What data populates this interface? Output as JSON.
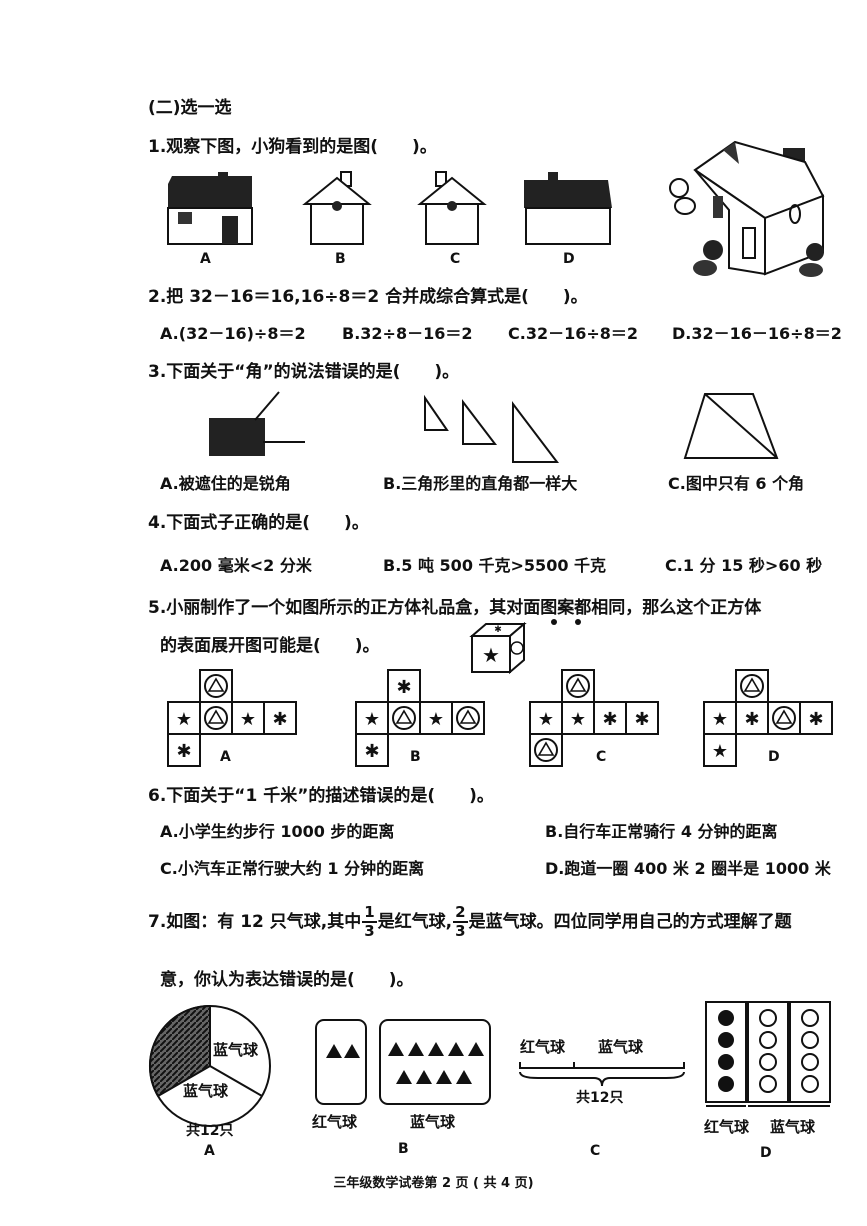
{
  "section_title": "(二)选一选",
  "q1": {
    "text": "1.观察下图，小狗看到的是图(　　)。",
    "options": [
      "A",
      "B",
      "C",
      "D"
    ]
  },
  "q2": {
    "text": "2.把 32－16＝16,16÷8＝2 合并成综合算式是(　　)。",
    "options": [
      "A.(32－16)÷8＝2",
      "B.32÷8－16＝2",
      "C.32－16÷8＝2",
      "D.32－16－16÷8＝2"
    ]
  },
  "q3": {
    "text": "3.下面关于“角”的说法错误的是(　　)。",
    "options": [
      "A.被遮住的是锐角",
      "B.三角形里的直角都一样大",
      "C.图中只有 6 个角"
    ]
  },
  "q4": {
    "text": "4.下面式子正确的是(　　)。",
    "options": [
      "A.200 毫米<2 分米",
      "B.5 吨 500 千克>5500 千克",
      "C.1 分 15 秒>60 秒"
    ]
  },
  "q5": {
    "line1": "5.小丽制作了一个如图所示的正方体礼品盒，其对面图案都相同，那么这个正方体",
    "line2": "的表面展开图可能是(　　)。",
    "options": [
      "A",
      "B",
      "C",
      "D"
    ]
  },
  "q6": {
    "text": "6.下面关于“1 千米”的描述错误的是(　　)。",
    "options": [
      "A.小学生约步行 1000 步的距离",
      "B.自行车正常骑行 4 分钟的距离",
      "C.小汽车正常行驶大约 1 分钟的距离",
      "D.跑道一圈 400 米 2 圈半是 1000 米"
    ]
  },
  "q7": {
    "part1": "7.如图：有 12 只气球,其中",
    "frac1": {
      "n": "1",
      "d": "3"
    },
    "part2": "是红气球,",
    "frac2": {
      "n": "2",
      "d": "3"
    },
    "part3": "是蓝气球。四位同学用自己的方式理解了题",
    "line2": "意，你认为表达错误的是(　　)。",
    "options": [
      "A",
      "B",
      "C",
      "D"
    ],
    "red": "红气球",
    "blue": "蓝气球",
    "total": "共12只"
  },
  "footer": "三年级数学试卷第 2 页 ( 共 4 页)"
}
